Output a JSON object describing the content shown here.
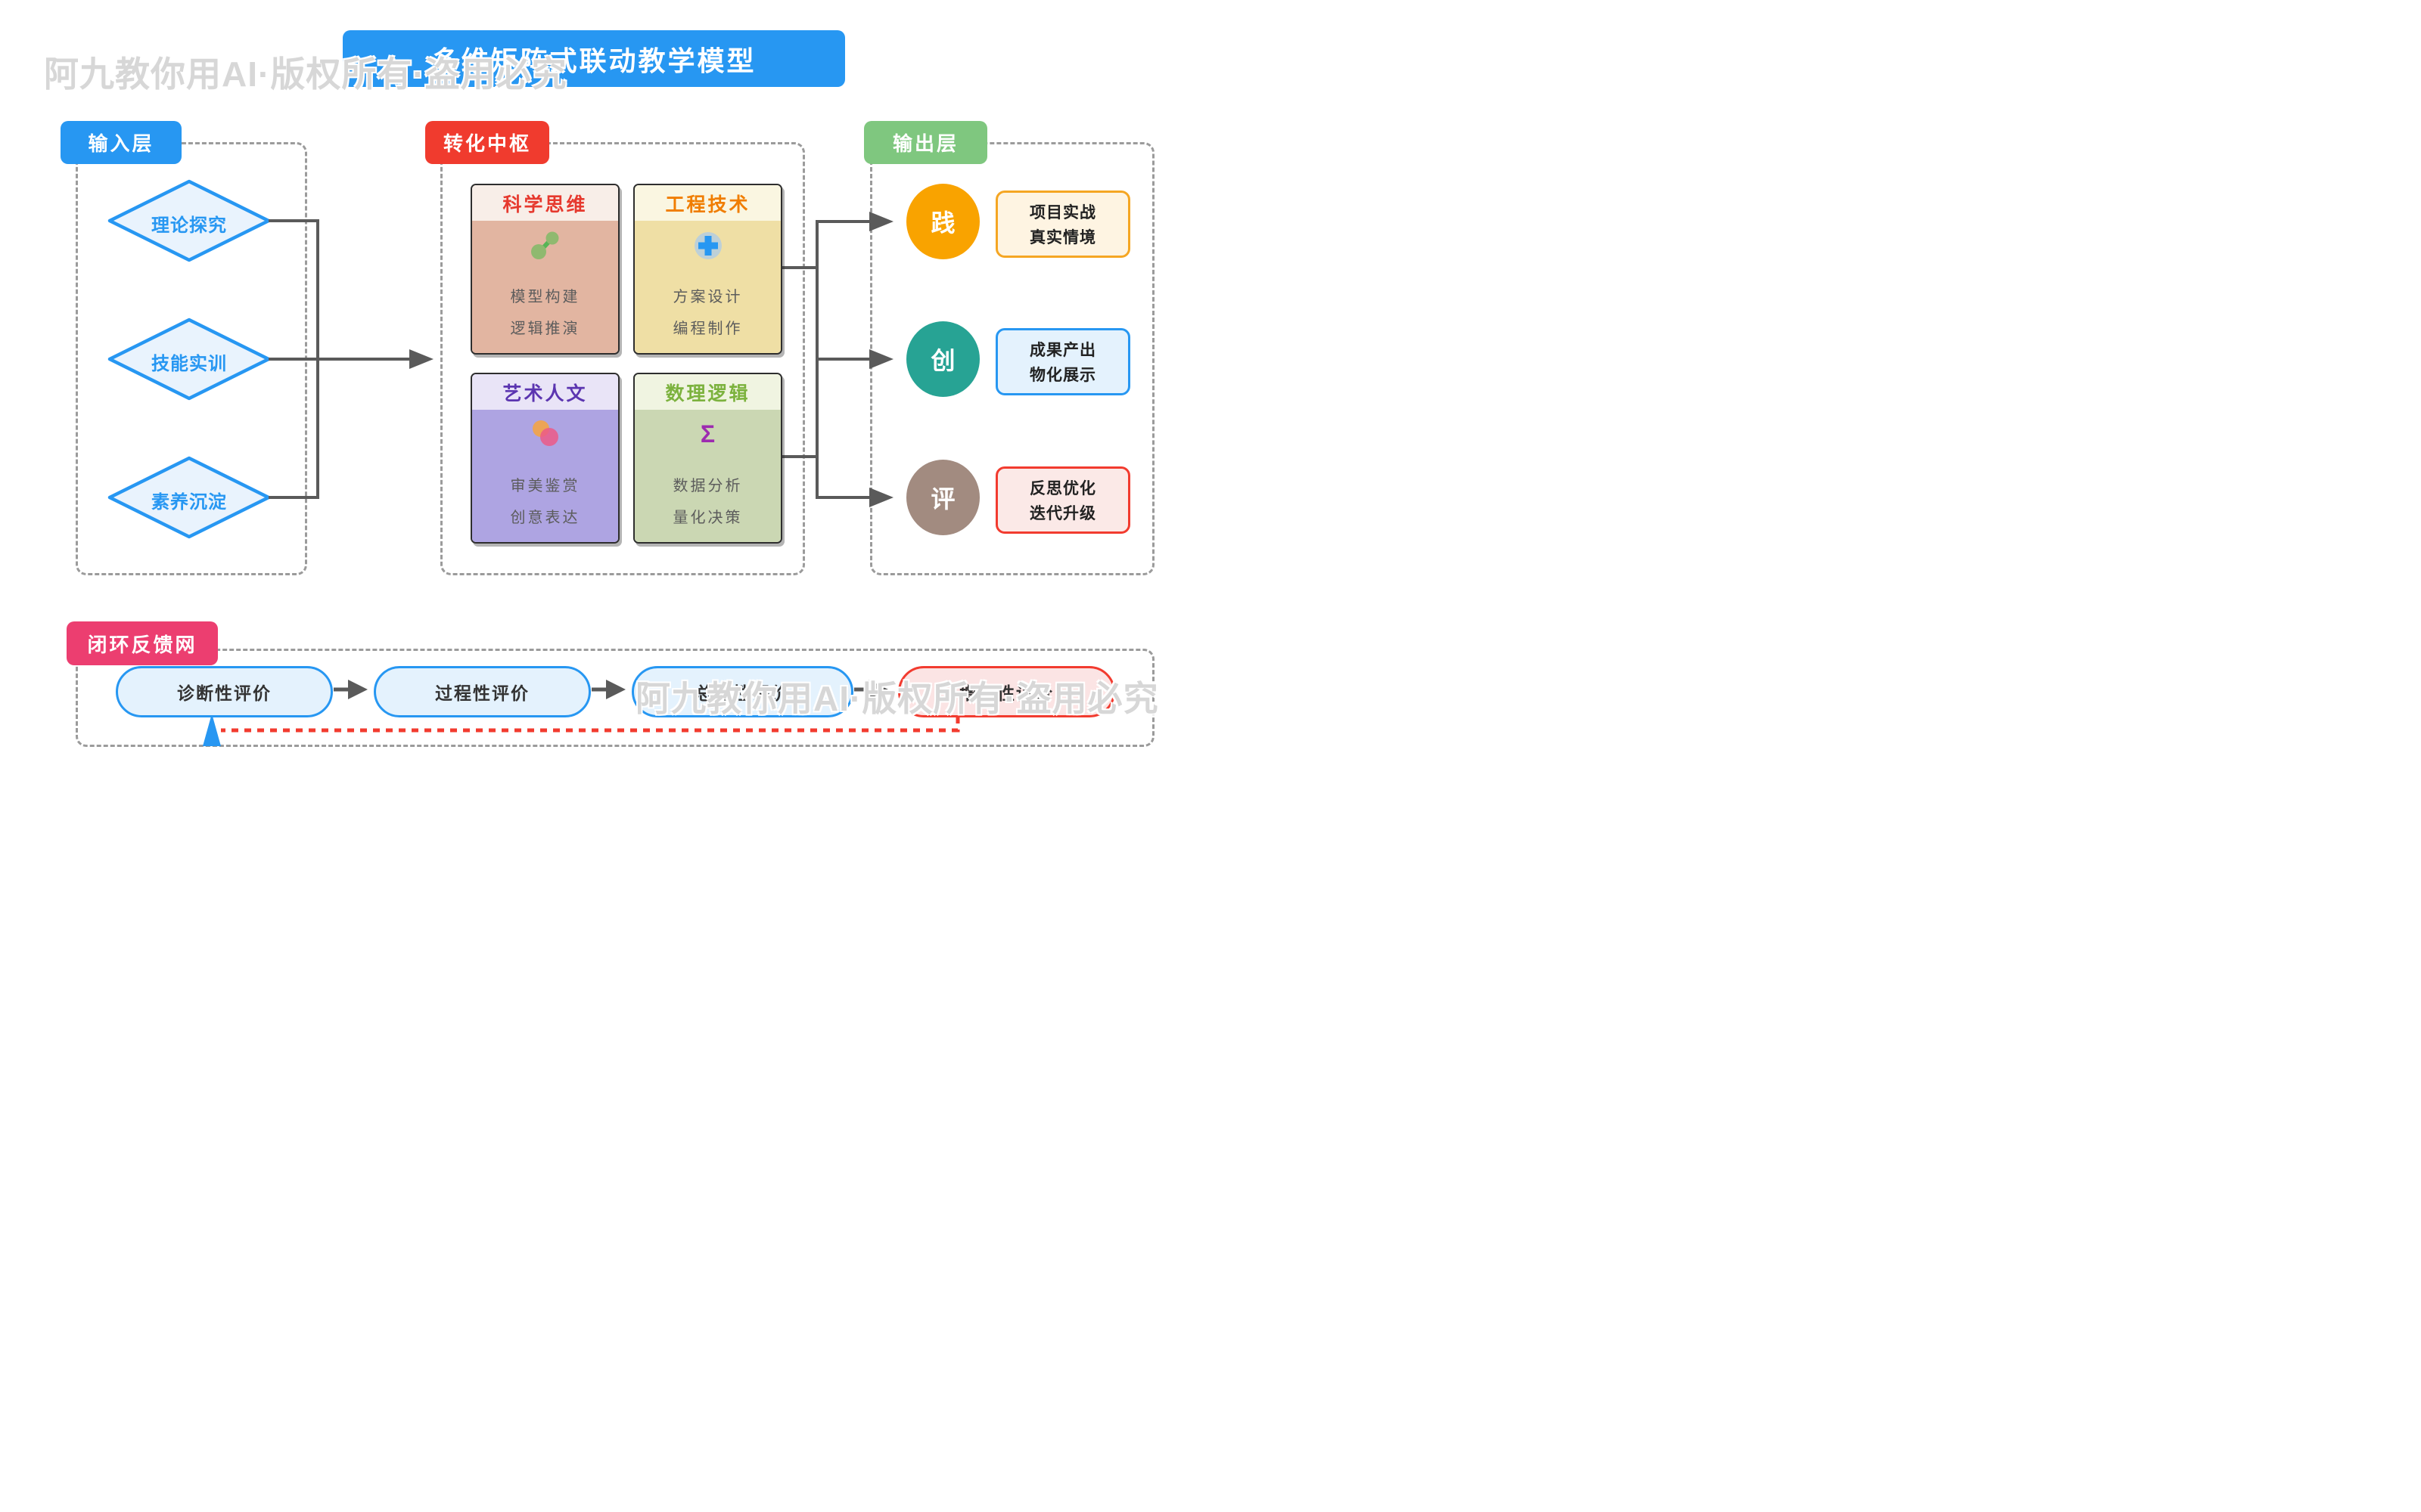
{
  "title": {
    "text": "多维矩阵式联动教学模型"
  },
  "watermarks": {
    "top": "阿九教你用AI·版权所有·盗用必究",
    "bottom": "阿九教你用AI·版权所有·盗用必究"
  },
  "input_layer": {
    "label": "输入层",
    "nodes": [
      {
        "label": "理论探究"
      },
      {
        "label": "技能实训"
      },
      {
        "label": "素养沉淀"
      }
    ]
  },
  "hub": {
    "label": "转化中枢",
    "cards": [
      {
        "title": "科学思维",
        "icon": "link-nodes-icon",
        "lines": [
          "模型构建",
          "逻辑推演"
        ]
      },
      {
        "title": "工程技术",
        "icon": "plus-icon",
        "lines": [
          "方案设计",
          "编程制作"
        ]
      },
      {
        "title": "艺术人文",
        "icon": "overlapping-circles-icon",
        "lines": [
          "审美鉴赏",
          "创意表达"
        ]
      },
      {
        "title": "数理逻辑",
        "icon": "sigma-icon",
        "sigma_glyph": "Σ",
        "lines": [
          "数据分析",
          "量化决策"
        ]
      }
    ]
  },
  "output_layer": {
    "label": "输出层",
    "items": [
      {
        "badge": "践",
        "lines": [
          "项目实战",
          "真实情境"
        ]
      },
      {
        "badge": "创",
        "lines": [
          "成果产出",
          "物化展示"
        ]
      },
      {
        "badge": "评",
        "lines": [
          "反思优化",
          "迭代升级"
        ]
      }
    ]
  },
  "feedback": {
    "label": "闭环反馈网",
    "steps": [
      "诊断性评价",
      "过程性评价",
      "总结性评价",
      "增值性评价"
    ]
  },
  "colors": {
    "banner_blue": "#2797F2",
    "hub_red": "#F03B2E",
    "output_green": "#7FC77F",
    "feedback_pink": "#EC3E70",
    "connector_gray": "#5A5A5A",
    "dashed_border_gray": "#9B9B9B",
    "feedback_loop_red": "#F23B2F",
    "diamond_fill": "#E9F3FD",
    "badge_practice_orange": "#F9A300",
    "badge_create_teal": "#27A394",
    "badge_evaluate_taupe": "#A28B80",
    "card_science": {
      "title": "#E6392E",
      "header": "#F8EEE8",
      "body": "#E2B5A1"
    },
    "card_engineering": {
      "title": "#F07D00",
      "header": "#FAF6E1",
      "body": "#EFDFA5"
    },
    "card_arts": {
      "title": "#5B35B0",
      "header": "#E9E4F7",
      "body": "#AEA4E2"
    },
    "card_math": {
      "title": "#7CB23E",
      "header": "#F0F4E1",
      "body": "#CBD7B3"
    },
    "watermark_gray": "#D7D7D7"
  }
}
